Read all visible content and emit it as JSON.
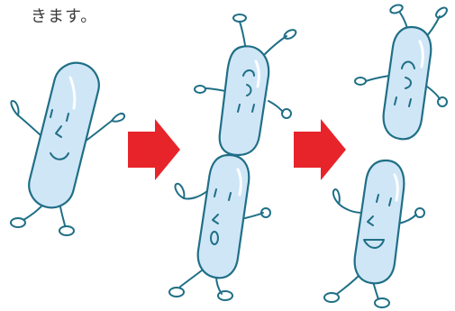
{
  "caption": "きます。",
  "colors": {
    "body_fill": "#cfe6f7",
    "body_stroke": "#1f6f86",
    "limb_stroke": "#1f6f86",
    "arrow": "#e8242b",
    "highlight": "#ffffff"
  },
  "scene": {
    "stage1": "single-bacterium",
    "stage2": "dividing-bacterium",
    "stage3": "two-daughter-bacteria"
  }
}
